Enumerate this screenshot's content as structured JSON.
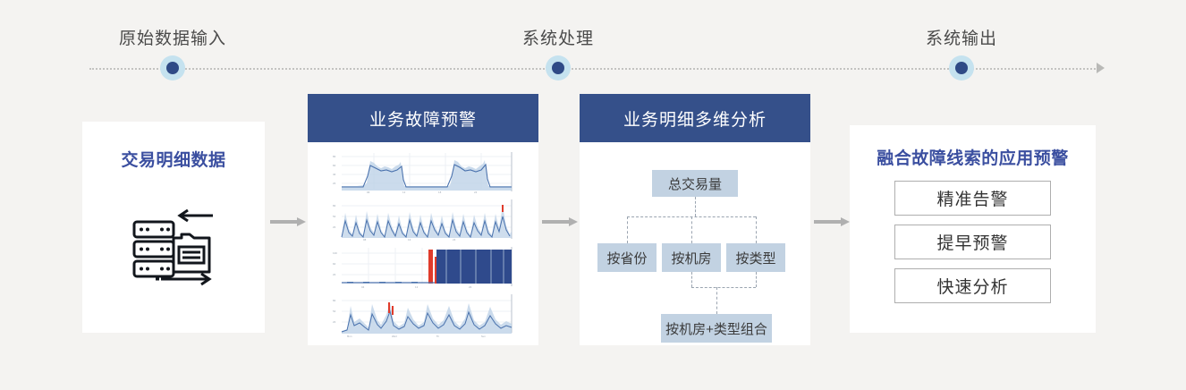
{
  "timeline": {
    "nodes": [
      {
        "label": "原始数据输入",
        "x": 193,
        "icon": "timeline-dot-icon"
      },
      {
        "label": "系统处理",
        "x": 624,
        "icon": "timeline-dot-icon"
      },
      {
        "label": "系统输出",
        "x": 1075,
        "icon": "timeline-dot-icon"
      }
    ]
  },
  "cards": {
    "data_source": {
      "title": "交易明细数据",
      "icon": "server-database-document-icon"
    },
    "fault_alert": {
      "header": "业务故障预警",
      "charts_caption": "business fault warning time-series charts"
    },
    "multi_dim": {
      "header": "业务明细多维分析",
      "tree": {
        "root": "总交易量",
        "level2": [
          "按省份",
          "按机房",
          "按类型"
        ],
        "level3": [
          "按机房+类型组合"
        ]
      }
    },
    "output": {
      "title": "融合故障线索的应用预警",
      "items": [
        "精准告警",
        "提早预警",
        "快速分析"
      ]
    }
  },
  "connectors": [
    {
      "name": "arrow-data-to-alert"
    },
    {
      "name": "arrow-alert-to-multidim"
    },
    {
      "name": "arrow-multidim-to-output"
    }
  ],
  "colors": {
    "background": "#f4f3f1",
    "header_blue": "#35508a",
    "title_blue": "#3b4fa0",
    "tree_box": "#c2d2e2",
    "dot": "#2f4a86",
    "dot_halo": "#c5e2ef",
    "arrow_gray": "#b0b0b0",
    "chart_line": "#4a72ad",
    "chart_band": "#b9cfe6",
    "chart_alert_red": "#e03b2b",
    "chart_fill_blue": "#2f4a8c"
  },
  "chart_data": [
    {
      "type": "area",
      "name": "chart-1-daily-volume",
      "x": [
        0,
        3,
        6,
        9,
        12,
        14,
        15,
        16,
        18,
        20,
        22,
        24,
        26,
        28,
        30,
        32,
        33,
        34,
        36,
        38,
        40,
        42,
        45,
        48,
        52,
        56,
        60,
        63,
        64,
        65,
        67,
        69,
        71,
        73,
        75,
        77,
        79,
        81,
        83,
        85,
        87,
        89,
        91,
        93,
        95,
        97,
        100
      ],
      "values": [
        6,
        6,
        6,
        6,
        6,
        7,
        30,
        62,
        55,
        47,
        44,
        49,
        46,
        43,
        48,
        52,
        58,
        24,
        7,
        6,
        6,
        6,
        6,
        6,
        6,
        7,
        24,
        58,
        66,
        52,
        46,
        44,
        48,
        45,
        42,
        47,
        52,
        60,
        26,
        7,
        6,
        6,
        6,
        6,
        6,
        6,
        6
      ],
      "band_upper": [
        8,
        8,
        8,
        8,
        8,
        10,
        40,
        72,
        64,
        56,
        53,
        58,
        55,
        52,
        57,
        61,
        67,
        33,
        9,
        8,
        8,
        8,
        8,
        8,
        8,
        10,
        33,
        67,
        76,
        61,
        55,
        53,
        57,
        54,
        51,
        56,
        61,
        69,
        35,
        9,
        8,
        8,
        8,
        8,
        8,
        8,
        8
      ],
      "band_lower": [
        4,
        4,
        4,
        4,
        4,
        5,
        21,
        52,
        46,
        38,
        35,
        40,
        37,
        34,
        39,
        43,
        49,
        16,
        5,
        4,
        4,
        4,
        4,
        4,
        4,
        5,
        16,
        49,
        57,
        43,
        37,
        35,
        39,
        36,
        33,
        38,
        43,
        51,
        18,
        5,
        4,
        4,
        4,
        4,
        4,
        4,
        4
      ],
      "ylim": [
        0,
        80
      ],
      "grid": true
    },
    {
      "type": "area",
      "name": "chart-2-spiky-series",
      "x": [
        0,
        2,
        4,
        6,
        8,
        10,
        12,
        14,
        16,
        18,
        20,
        22,
        24,
        26,
        28,
        30,
        32,
        34,
        36,
        38,
        40,
        42,
        44,
        46,
        48,
        50,
        52,
        54,
        56,
        58,
        60,
        62,
        64,
        66,
        68,
        70,
        72,
        74,
        76,
        78,
        80,
        82,
        84,
        86,
        88,
        90,
        92,
        94,
        96,
        98,
        100
      ],
      "values": [
        18,
        52,
        22,
        14,
        46,
        20,
        13,
        55,
        24,
        16,
        48,
        21,
        12,
        50,
        26,
        15,
        44,
        19,
        13,
        53,
        23,
        14,
        47,
        20,
        12,
        51,
        25,
        16,
        45,
        18,
        13,
        54,
        22,
        15,
        49,
        21,
        12,
        46,
        24,
        17,
        52,
        20,
        13,
        48,
        23,
        15,
        72,
        26,
        14,
        44,
        20
      ],
      "ylim": [
        0,
        80
      ],
      "alert_points": [
        {
          "x": 92,
          "value": 72,
          "color": "#e03b2b"
        }
      ],
      "grid": true
    },
    {
      "type": "area",
      "name": "chart-3-failure-burst",
      "x": [
        0,
        5,
        10,
        15,
        20,
        25,
        30,
        35,
        40,
        45,
        50,
        55,
        57,
        58,
        60,
        62,
        64,
        66,
        70,
        74,
        78,
        82,
        86,
        90,
        94,
        98,
        100
      ],
      "values": [
        2,
        2,
        2,
        2,
        2,
        2,
        2,
        2,
        2,
        2,
        2,
        2,
        3,
        92,
        4,
        96,
        96,
        96,
        96,
        96,
        96,
        96,
        96,
        96,
        96,
        96,
        96
      ],
      "ylim": [
        0,
        100
      ],
      "alert_points": [
        {
          "x": 57,
          "value": 96,
          "color": "#e03b2b"
        },
        {
          "x": 60,
          "value": 90,
          "color": "#e03b2b"
        }
      ],
      "fill_from_x": 58,
      "fill_color": "#2f4a8c",
      "grid": true
    },
    {
      "type": "area",
      "name": "chart-4-volatile-series",
      "x": [
        0,
        3,
        6,
        9,
        12,
        15,
        18,
        21,
        24,
        27,
        30,
        33,
        36,
        39,
        42,
        45,
        48,
        51,
        54,
        57,
        60,
        63,
        66,
        69,
        72,
        75,
        78,
        81,
        84,
        87,
        90,
        93,
        96,
        100
      ],
      "values": [
        10,
        40,
        18,
        26,
        14,
        48,
        20,
        16,
        38,
        22,
        62,
        24,
        14,
        44,
        20,
        30,
        16,
        52,
        22,
        18,
        40,
        24,
        14,
        46,
        20,
        34,
        18,
        50,
        22,
        16,
        42,
        24,
        14,
        28
      ],
      "ylim": [
        0,
        80
      ],
      "alert_points": [
        {
          "x": 30,
          "value": 62,
          "color": "#e03b2b"
        }
      ],
      "grid": true
    }
  ]
}
